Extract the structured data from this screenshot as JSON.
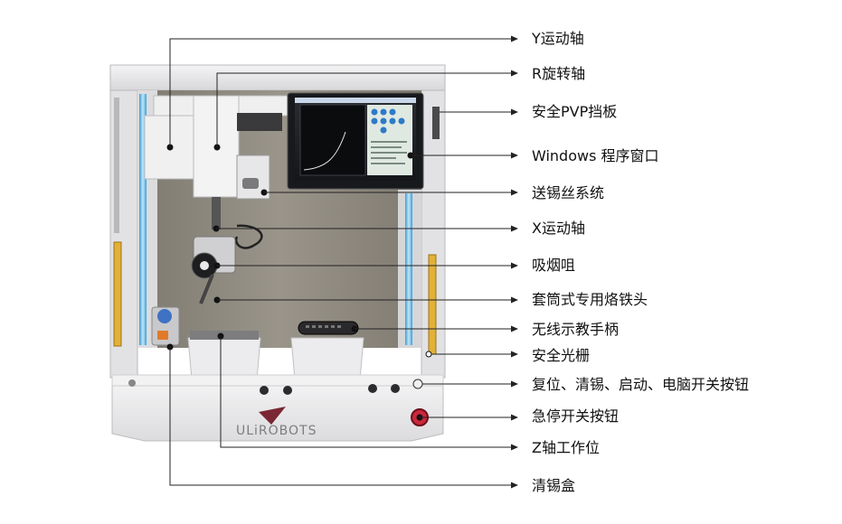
{
  "diagram": {
    "brand_logo": "ULiROBOTS",
    "callouts": [
      {
        "label": "Y运动轴"
      },
      {
        "label": "R旋转轴"
      },
      {
        "label": "安全PVP挡板"
      },
      {
        "label": "Windows 程序窗口"
      },
      {
        "label": "送锡丝系统"
      },
      {
        "label": "X运动轴"
      },
      {
        "label": "吸烟咀"
      },
      {
        "label": "套筒式专用烙铁头"
      },
      {
        "label": "无线示教手柄"
      },
      {
        "label": "安全光栅"
      },
      {
        "label": "复位、清锡、启动、电脑开关按钮"
      },
      {
        "label": "急停开关按钮"
      },
      {
        "label": "Z轴工作位"
      },
      {
        "label": "清锡盒"
      }
    ]
  },
  "colors": {
    "frame": "#e8e8ea",
    "back_panel": "#8f8a7e",
    "rail_blue": "#5fb8e6",
    "light_curtain_yellow": "#e3b13a",
    "leader_line": "#222222",
    "button_red": "#c8283c"
  }
}
